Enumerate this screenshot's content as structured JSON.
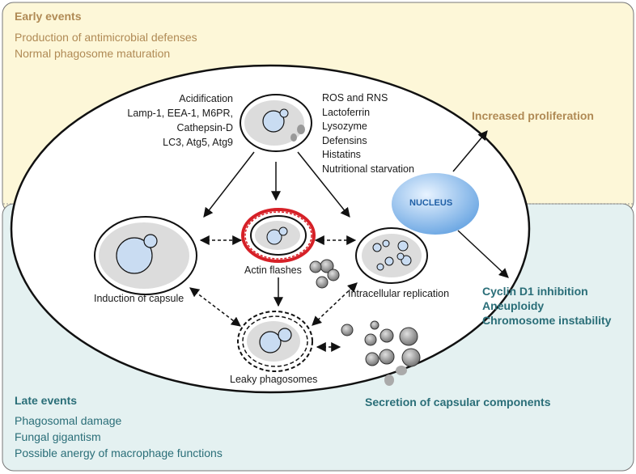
{
  "colors": {
    "early_bg": "#fdf7d8",
    "late_bg": "#e4f1f1",
    "early_text": "#b08a55",
    "late_text": "#2a6e78",
    "nucleus": "#7eb3e8",
    "actin_red": "#d62027"
  },
  "early": {
    "title": "Early events",
    "lines": [
      "Production of antimicrobial defenses",
      "Normal phagosome maturation"
    ]
  },
  "late": {
    "title": "Late events",
    "lines": [
      "Phagosomal damage",
      "Fungal gigantism",
      "Possible anergy of macrophage functions"
    ]
  },
  "phagosome_markers": [
    "Acidification",
    "Lamp-1, EEA-1, M6PR,",
    "Cathepsin-D",
    "LC3, Atg5, Atg9"
  ],
  "antimicrobials": [
    "ROS and RNS",
    "Lactoferrin",
    "Lysozyme",
    "Defensins",
    "Histatins",
    "Nutritional starvation"
  ],
  "nucleus_label": "NUCLEUS",
  "outcomes": {
    "proliferation": "Increased proliferation",
    "cell_cycle": [
      "Cyclin D1 inhibition",
      "Aneuploidy",
      "Chromosome instability"
    ],
    "secretion": "Secretion of capsular components"
  },
  "stages": {
    "capsule": "Induction of capsule",
    "actin": "Actin flashes",
    "replication": "Intracellular replication",
    "leaky": "Leaky phagosomes"
  }
}
